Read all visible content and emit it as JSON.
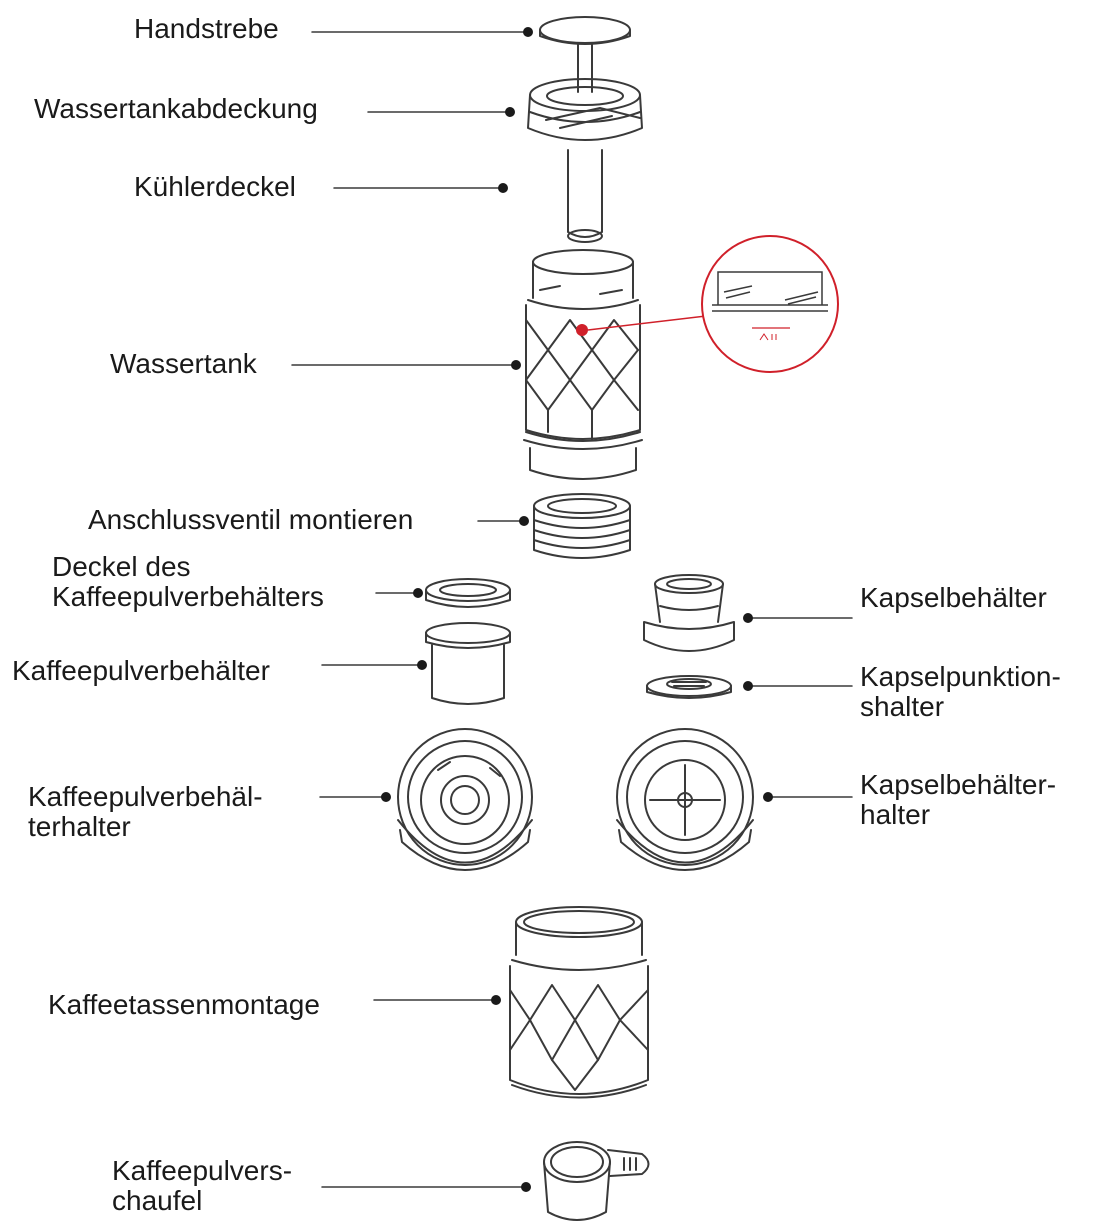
{
  "labels": {
    "handstrebe": "Handstrebe",
    "wassertankabdeckung": "Wassertankabdeckung",
    "kuehlerdeckel": "Kühlerdeckel",
    "wassertank": "Wassertank",
    "anschlussventil": "Anschlussventil montieren",
    "deckel_line1": "Deckel des",
    "deckel_line2": "Kaffeepulverbehälters",
    "kaffeepulverbehaelter": "Kaffeepulverbehälter",
    "kpb_halter_line1": "Kaffeepulverbehäl-",
    "kpb_halter_line2": "terhalter",
    "kaffeetassenmontage": "Kaffeetassenmontage",
    "schaufel_line1": "Kaffeepulvers-",
    "schaufel_line2": "chaufel",
    "kapselbehaelter": "Kapselbehälter",
    "kapselpunktion_line1": "Kapselpunktion-",
    "kapselpunktion_line2": "shalter",
    "kapselhalter_line1": "Kapselbehälter-",
    "kapselhalter_line2": "halter"
  },
  "colors": {
    "line": "#3a3a3a",
    "text": "#1a1a1a",
    "accent": "#d0202a"
  }
}
